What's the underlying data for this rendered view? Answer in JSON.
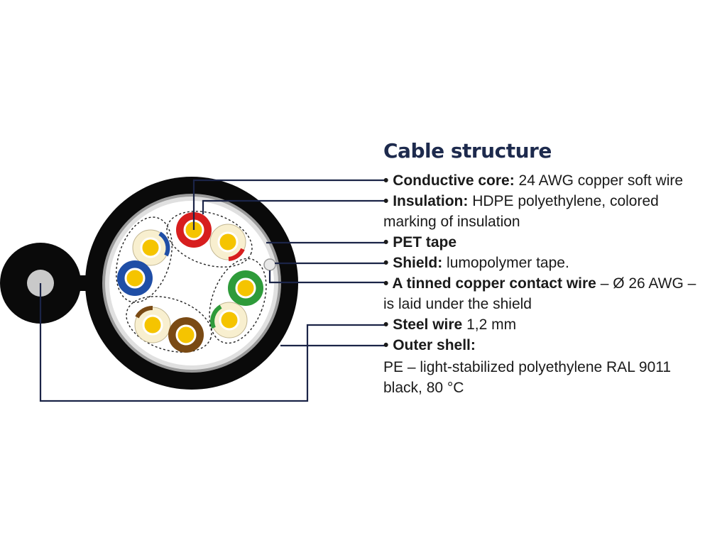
{
  "title": "Cable structure",
  "colors": {
    "line": "#1b2447",
    "jacket": "#0a0a0a",
    "pet_tape": "#9a9a9a",
    "shield": "#e0e0e0",
    "core_bg": "#ffffff",
    "copper": "#f5c400",
    "white_insulation": "#f8efcf",
    "red": "#d71e1e",
    "blue": "#1f4ea6",
    "green": "#2e9b3a",
    "brown": "#7a4a14",
    "steel": "#c9c9c9"
  },
  "labels": {
    "core": {
      "bold": "Conductive core:",
      "text": " 24 AWG copper soft wire"
    },
    "insulation": {
      "bold": "Insulation:",
      "text": " HDPE polyethylene, colored",
      "line2": "marking of insulation"
    },
    "pet": {
      "bold": "PET tape",
      "text": ""
    },
    "shield": {
      "bold": "Shield:",
      "text": " lumopolymer tape."
    },
    "contact": {
      "bold": "A tinned copper contact wire",
      "text": " – Ø 26 AWG –",
      "line2": "is laid under the shield"
    },
    "steel": {
      "bold": "Steel wire",
      "text": " 1,2 mm"
    },
    "shell": {
      "bold": "Outer shell:",
      "text": "",
      "line2": "PE – light-stabilized polyethylene RAL 9011",
      "line3": "black, 80 °C"
    }
  }
}
